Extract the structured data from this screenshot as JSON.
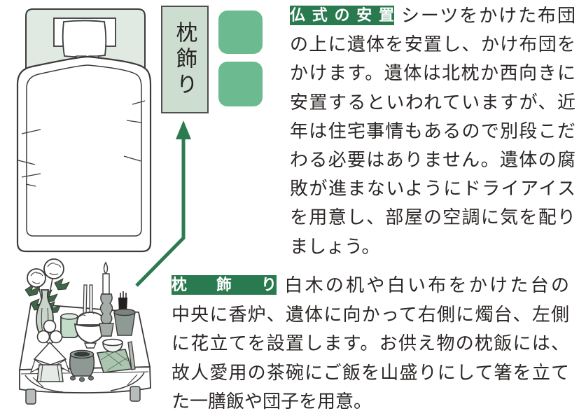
{
  "diagram": {
    "label": "枕飾り",
    "icons": {
      "bed": "bed-illustration",
      "arrow": "makura-kazari-arrow",
      "altar": "altar-table-illustration"
    }
  },
  "sections": [
    {
      "badge": "仏式の安置",
      "lines": [
        "シーツをかけた布団",
        "の上に遺体を安置し、かけ布団を",
        "かけます。遺体は北枕か西向きに",
        "安置するといわれていますが、近",
        "年は住宅事情もあるので別段こだ",
        "わる必要はありません。遺体の腐",
        "敗が進まないようにドライアイス",
        "を用意し、部屋の空調に気を配り",
        "ましょう。"
      ]
    },
    {
      "badge": "枕飾り",
      "lines": [
        "白木の机や白い布をかけた台の",
        "中央に香炉、遺体に向かって右側に燭台、左側",
        "に花立てを設置します。お供え物の枕飯には、",
        "故人愛用の茶碗にご飯を山盛りにして箸を立て",
        "た一膳飯や団子を用意。"
      ]
    }
  ],
  "colors": {
    "badge_green": "#2a7a50",
    "arrow_green": "#2c7b50",
    "square_green": "#6cba90",
    "label_box_fill": "#cdddd0",
    "label_box_border": "#4f4f4f",
    "headboard_fill": "#e0eae2",
    "body_text": "#2b2726"
  }
}
